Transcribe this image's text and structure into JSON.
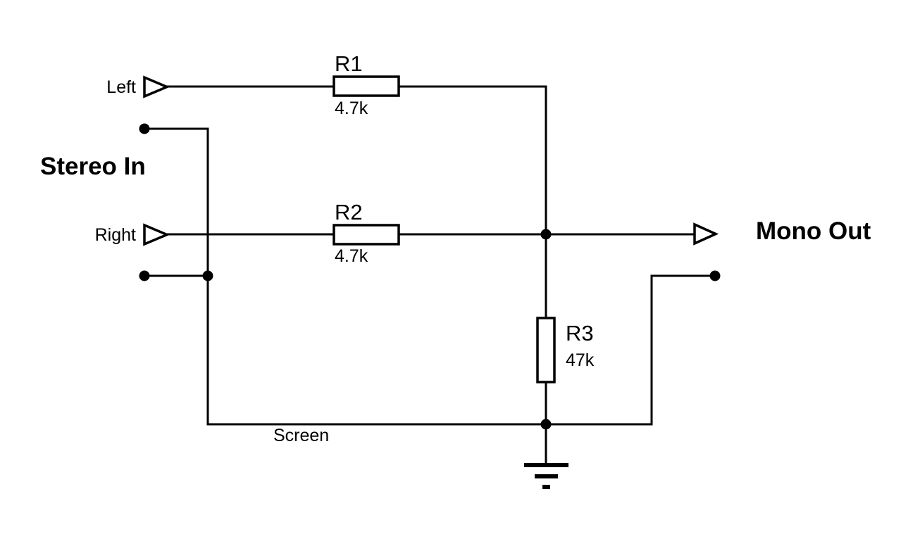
{
  "diagram": {
    "kind": "circuit-schematic",
    "description": "Stereo to mono resistive mixer",
    "inputs": {
      "group_label": "Stereo In",
      "left_label": "Left",
      "right_label": "Right"
    },
    "output": {
      "label": "Mono Out"
    },
    "resistors": [
      {
        "ref": "R1",
        "value": "4.7k",
        "orientation": "horizontal"
      },
      {
        "ref": "R2",
        "value": "4.7k",
        "orientation": "horizontal"
      },
      {
        "ref": "R3",
        "value": "47k",
        "orientation": "vertical"
      }
    ],
    "nets": {
      "screen_label": "Screen"
    },
    "symbols": {
      "ground": "earth-ground"
    },
    "colors": {
      "wire": "#000000",
      "background": "#ffffff",
      "text": "#000000"
    }
  }
}
